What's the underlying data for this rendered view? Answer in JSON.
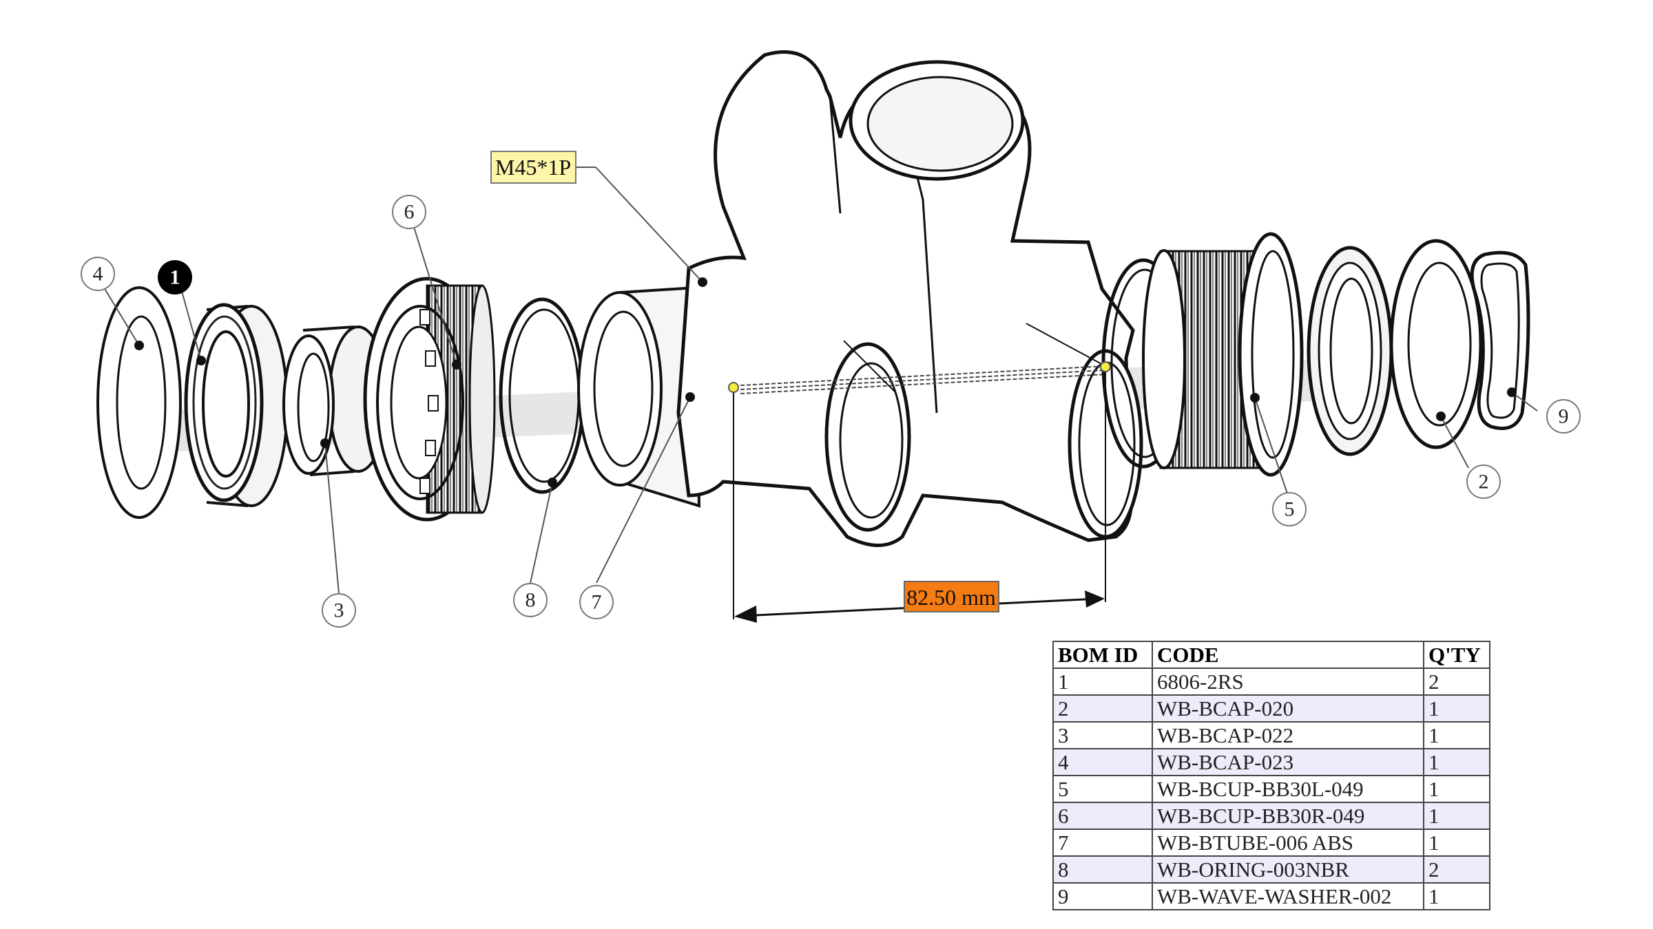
{
  "thread_tag": "M45*1P",
  "dimension_tag": "82.50 mm",
  "callouts": {
    "c1": "1",
    "c2": "2",
    "c3": "3",
    "c4": "4",
    "c5": "5",
    "c6": "6",
    "c7": "7",
    "c8": "8",
    "c9": "9"
  },
  "bom": {
    "headers": {
      "id": "BOM ID",
      "code": "CODE",
      "qty": "Q'TY"
    },
    "rows": [
      {
        "id": "1",
        "code": "6806-2RS",
        "qty": "2"
      },
      {
        "id": "2",
        "code": "WB-BCAP-020",
        "qty": "1"
      },
      {
        "id": "3",
        "code": "WB-BCAP-022",
        "qty": "1"
      },
      {
        "id": "4",
        "code": "WB-BCAP-023",
        "qty": "1"
      },
      {
        "id": "5",
        "code": "WB-BCUP-BB30L-049",
        "qty": "1"
      },
      {
        "id": "6",
        "code": "WB-BCUP-BB30R-049",
        "qty": "1"
      },
      {
        "id": "7",
        "code": "WB-BTUBE-006 ABS",
        "qty": "1"
      },
      {
        "id": "8",
        "code": "WB-ORING-003NBR",
        "qty": "2"
      },
      {
        "id": "9",
        "code": "WB-WAVE-WASHER-002",
        "qty": "1"
      }
    ]
  },
  "colors": {
    "thread_tag_fill": "#fdf6a8",
    "dimension_tag_fill": "#f57c12",
    "dimension_point": "#f5ee3c",
    "table_alt_row": "#ececfb"
  }
}
